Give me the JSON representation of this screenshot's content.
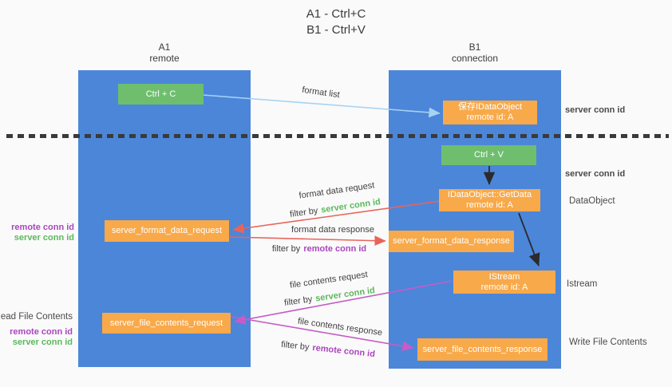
{
  "title": {
    "line1": "A1 - Ctrl+C",
    "line2": "B1 - Ctrl+V"
  },
  "lanes": {
    "a1": {
      "name": "A1",
      "subtitle": "remote"
    },
    "b1": {
      "name": "B1",
      "subtitle": "connection"
    }
  },
  "nodes": {
    "ctrl_c": {
      "label": "Ctrl + C"
    },
    "ctrl_v": {
      "label": "Ctrl + V"
    },
    "save_dataobject": {
      "line1": "保存IDataObject",
      "line2": "remote id: A"
    },
    "getdata": {
      "line1": "IDataObject::GetData",
      "line2": "remote id: A"
    },
    "istream_box": {
      "line1": "IStream",
      "line2": "remote id: A"
    },
    "server_format_data_request": {
      "label": "server_format_data_request"
    },
    "server_format_data_response": {
      "label": "server_format_data_response"
    },
    "server_file_contents_request": {
      "label": "server_file_contents_request"
    },
    "server_file_contents_response": {
      "label": "server_file_contents_response"
    }
  },
  "arrow_labels": {
    "format_list": "format list",
    "format_data_request": "format data request",
    "format_data_response": "format data response",
    "file_contents_request": "file contents request",
    "file_contents_response": "file contents response",
    "filter_by": "filter by"
  },
  "ids": {
    "server_conn_id": "server conn id",
    "remote_conn_id": "remote conn id"
  },
  "annotations": {
    "dataobject": "DataObject",
    "istream": "Istream",
    "read_file_contents": "Read File Contents",
    "write_file_contents": "Write File Contents"
  },
  "colors": {
    "lane_blue": "#4c86d9",
    "box_green": "#6ebe6e",
    "box_orange": "#f8a94a",
    "arrow_red": "#e8645a",
    "arrow_magenta": "#c55cc7",
    "arrow_blue": "#a6d3f2",
    "arrow_black": "#2b2b2b",
    "text_green": "#5cb85c",
    "text_purple": "#aa46be"
  }
}
